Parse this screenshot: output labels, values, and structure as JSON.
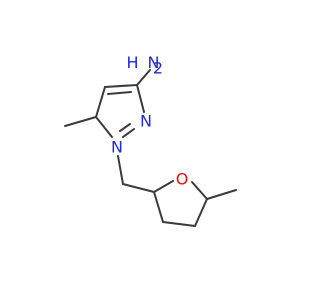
{
  "molecule": {
    "atoms": {
      "amine_n": {
        "element": "N",
        "label": "NH2",
        "display": {
          "main": "N",
          "h": "H",
          "h_count": "2"
        },
        "color": "#1f2bd6"
      },
      "ring_n1": {
        "element": "N",
        "label": "N",
        "color": "#1f2bd6"
      },
      "ring_n2": {
        "element": "N",
        "label": "N",
        "color": "#1f2bd6"
      },
      "ring_o": {
        "element": "O",
        "label": "O",
        "color": "#e0120c"
      }
    },
    "bond_color": "#3a3a3a"
  }
}
